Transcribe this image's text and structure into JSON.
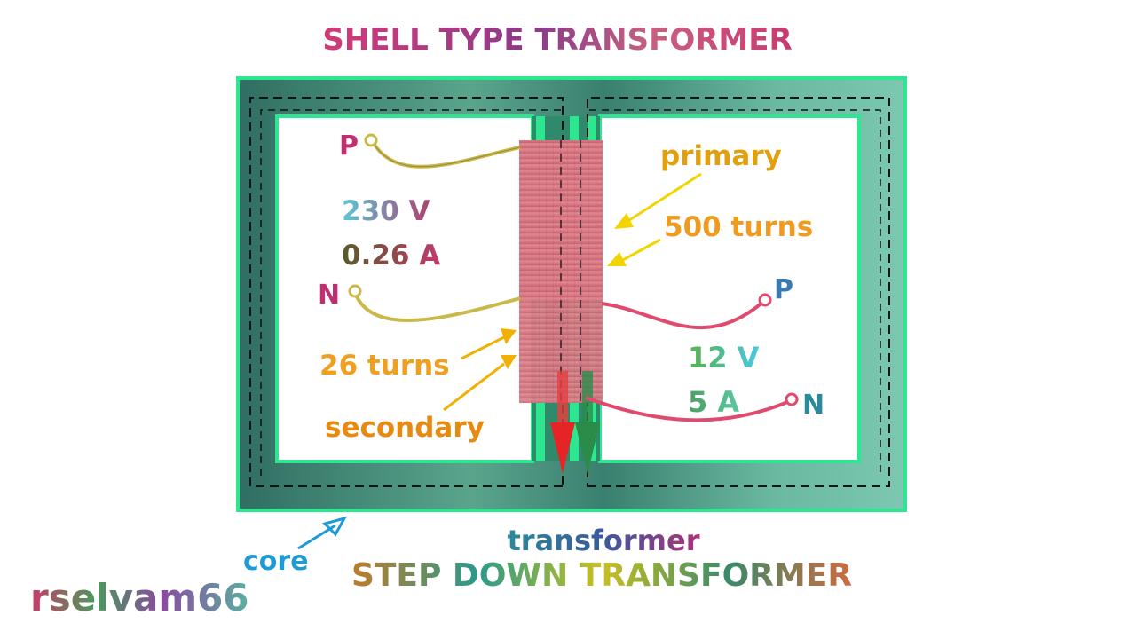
{
  "title": "SHELL TYPE TRANSFORMER",
  "primary_side": {
    "phase_label": "P",
    "neutral_label": "N",
    "voltage": "230 V",
    "current": "0.26 A"
  },
  "secondary_side": {
    "phase_label": "P",
    "neutral_label": "N",
    "voltage": "12 V",
    "current": "5 A"
  },
  "annotations": {
    "primary": "primary",
    "primary_turns": "500 turns",
    "secondary_turns": "26 turns",
    "secondary": "secondary",
    "core": "core",
    "transformer": "transformer"
  },
  "subtitle": "STEP DOWN TRANSFORMER",
  "watermark": "rselvam66",
  "colors": {
    "core_green": "#2de68f",
    "core_dark": "#2f7a68",
    "coil_pink": "#d9707c",
    "wire_yellow": "#c9b94a",
    "wire_pink": "#e04a6e",
    "arrow_yellow": "#f2d400",
    "arrow_orange": "#f0a020",
    "arrow_blue": "#1e9ad6",
    "flux_red": "#e52525",
    "flux_green": "#2b8c4a"
  }
}
